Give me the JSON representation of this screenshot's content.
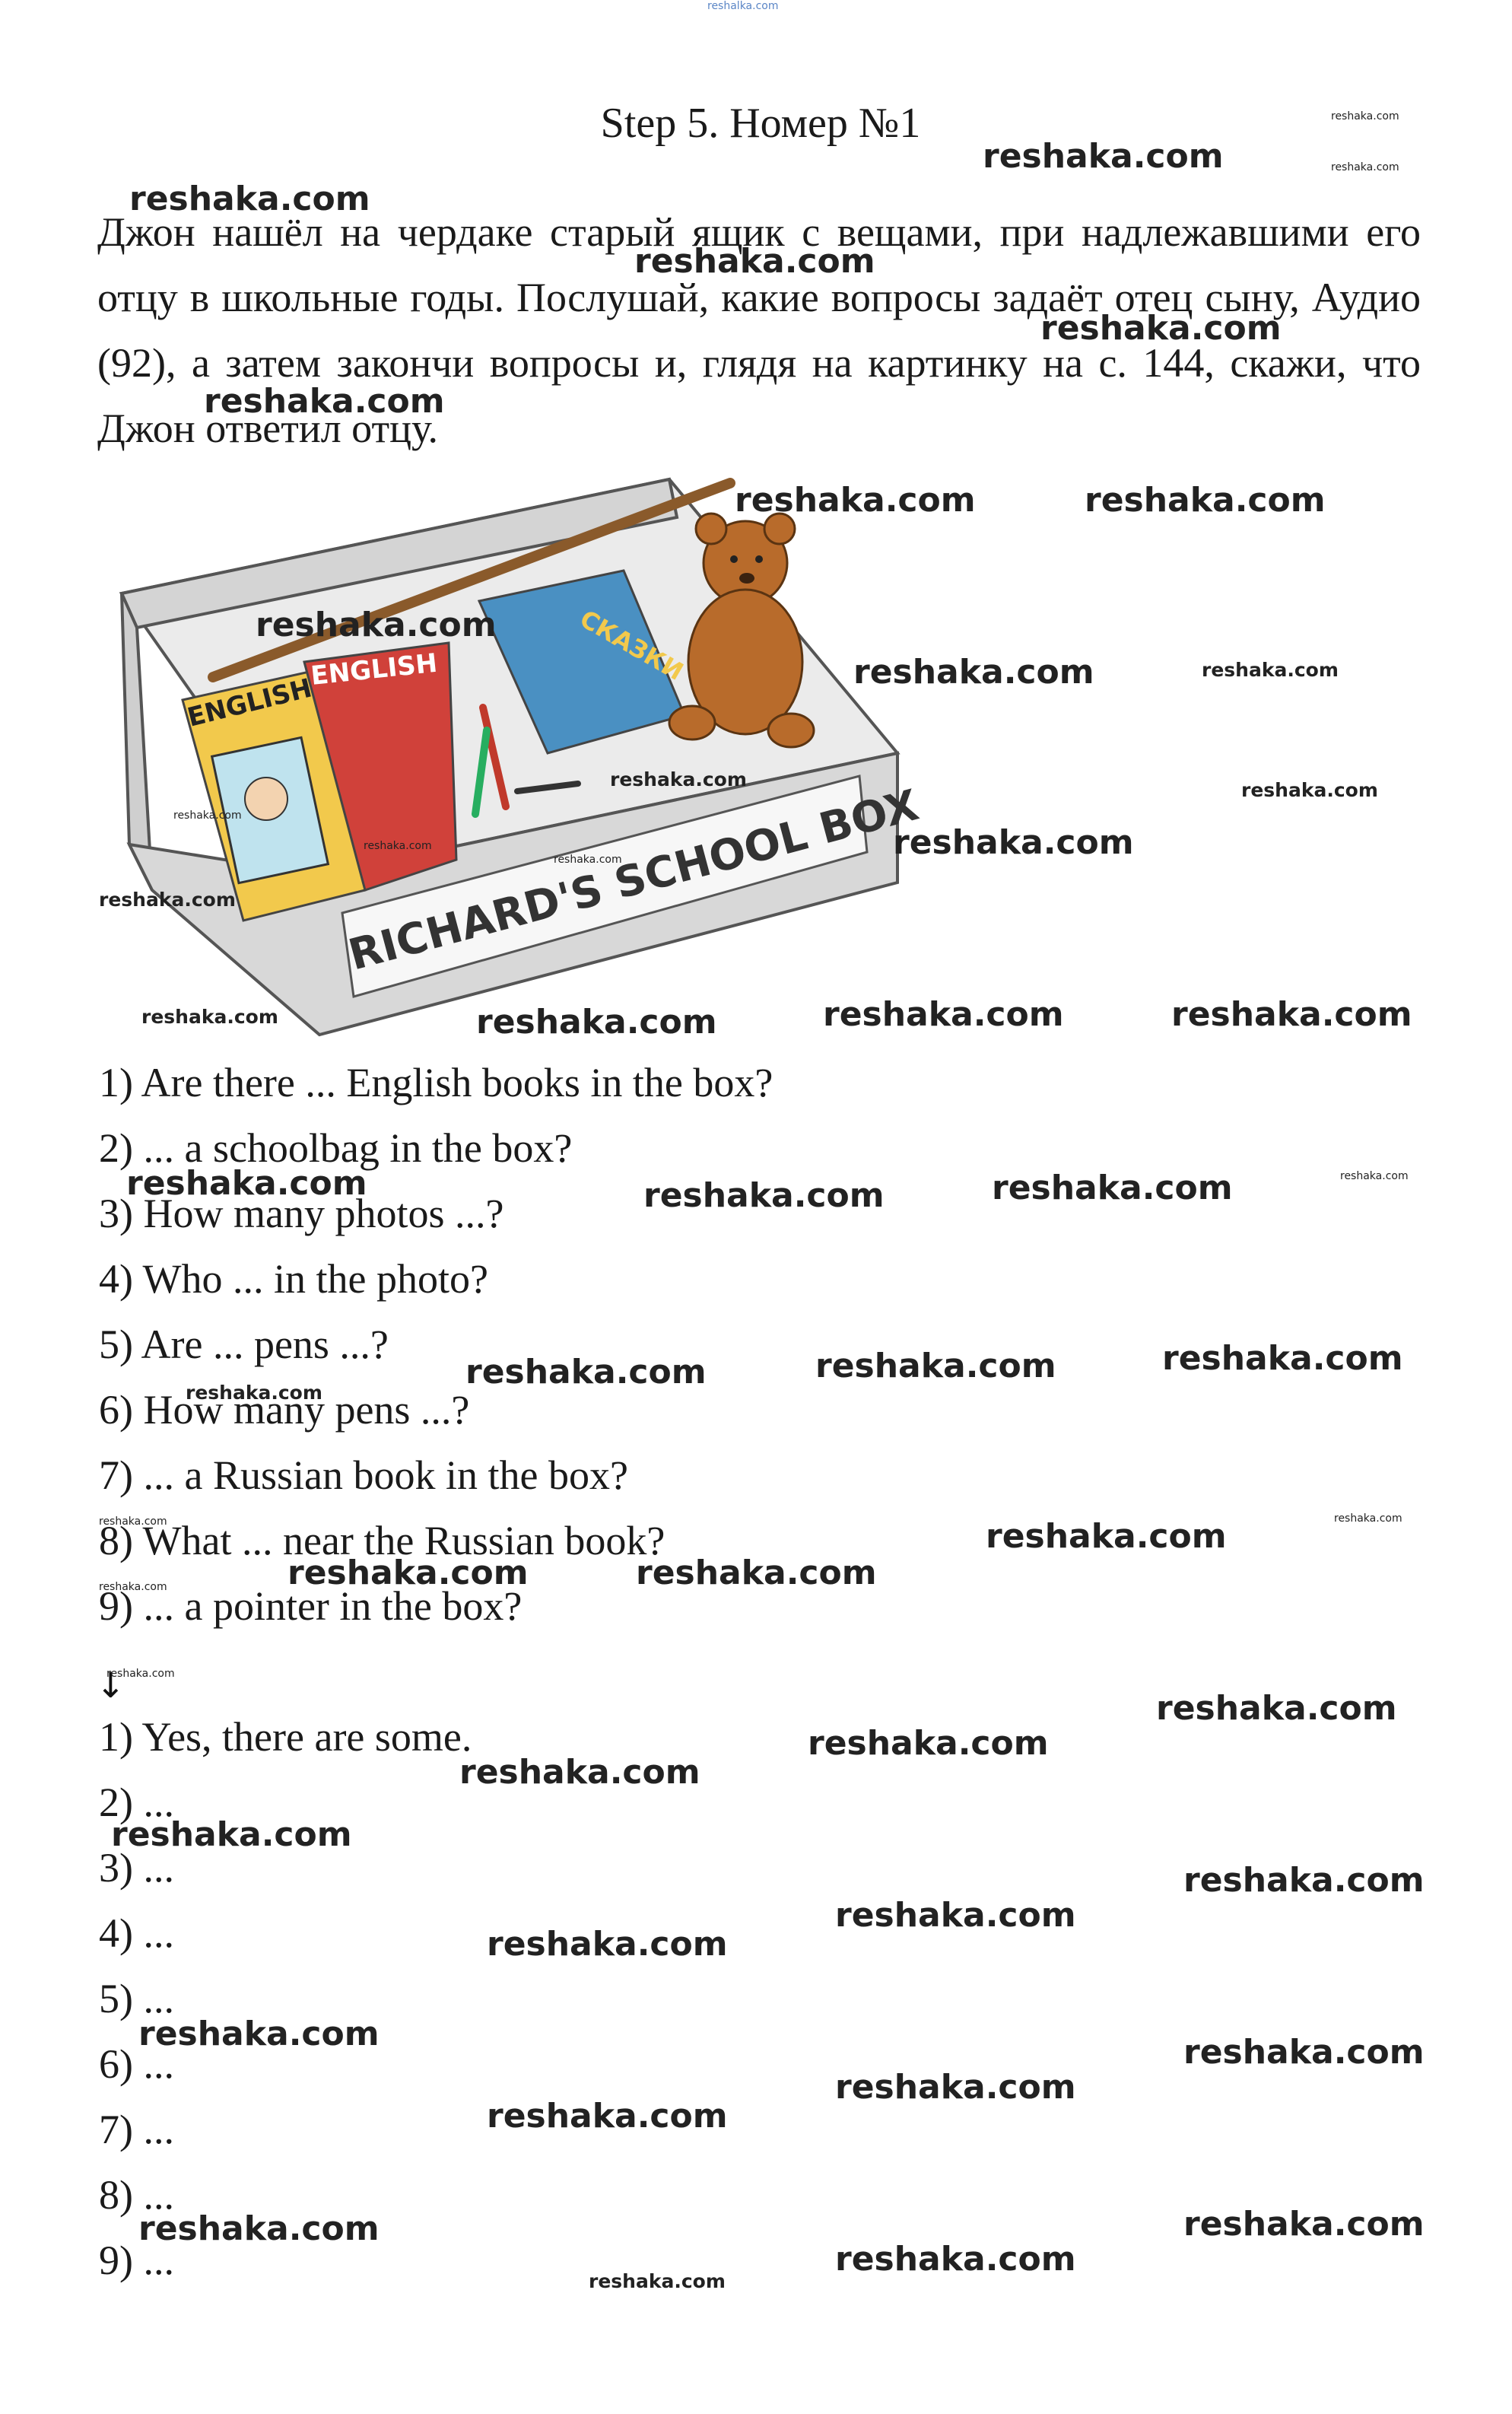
{
  "top_watermark": "reshalka.com",
  "title": "Step 5. Номер №1",
  "intro": "Джон нашёл на чердаке старый ящик с вещами, при надлежавшими его отцу в школьные годы. Послушай, какие вопросы задаёт отец сыну, Аудио (92), а затем закончи вопросы и, глядя на картинку на с. 144, скажи, что Джон ответил отцу.",
  "illustration": {
    "box_label": "RICHARD'S SCHOOL BOX",
    "book1_label": "ENGLISH",
    "book2_label": "ENGLISH",
    "book3_label": "СКАЗКИ",
    "colors": {
      "box": "#d8d8d8",
      "book_yellow": "#f2c94c",
      "book_red": "#d0413a",
      "book_blue": "#4a90c2",
      "bear": "#b86b2b"
    }
  },
  "questions": [
    "1) Are there ... English books in the box?",
    "2) ... a schoolbag in the box?",
    "3) How many photos ...?",
    "4) Who ... in the photo?",
    "5) Are ... pens ...?",
    "6) How many pens ...?",
    "7) ... a Russian book in the box?",
    "8) What ... near the Russian book?",
    "9) ... a pointer in the box?"
  ],
  "arrow": "↓",
  "answers": [
    "1) Yes, there are some.",
    "2) ...",
    "3) ...",
    "4) ...",
    "5) ...",
    "6) ...",
    "7) ...",
    "8) ...",
    "9) ..."
  ],
  "watermark": "reshaka.com"
}
